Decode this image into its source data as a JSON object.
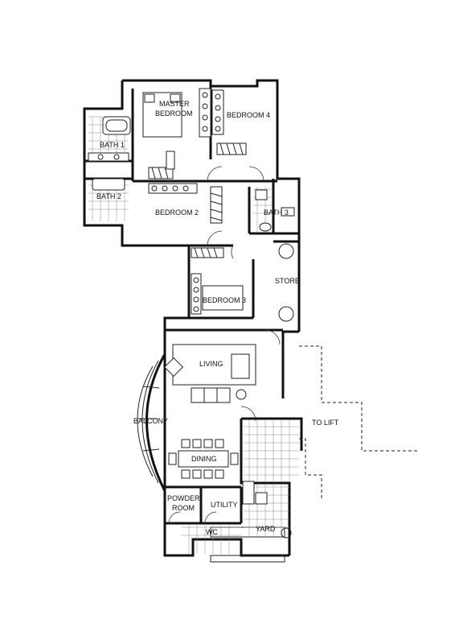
{
  "rooms": {
    "master_bedroom_line1": "MASTER",
    "master_bedroom_line2": "BEDROOM",
    "bedroom_4": "BEDROOM 4",
    "bath_1": "BATH 1",
    "bath_2": "BATH 2",
    "bedroom_2": "BEDROOM 2",
    "bath_3": "BATH 3",
    "store": "STORE",
    "bedroom_3": "BEDROOM 3",
    "living": "LIVING",
    "balcony": "BALCONY",
    "dining": "DINING",
    "to_lift": "TO LIFT",
    "powder_room_line1": "POWDER",
    "powder_room_line2": "ROOM",
    "utility": "UTILITY",
    "wc": "WC",
    "yard": "YARD"
  }
}
